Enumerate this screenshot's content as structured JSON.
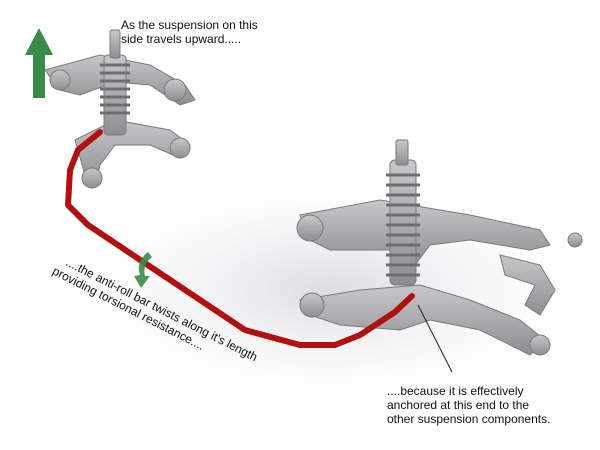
{
  "captions": {
    "top": [
      "As the suspension on this",
      "side travels upward....."
    ],
    "middle": [
      "....the anti-roll bar twists along it's length",
      "providing torsional resistance...."
    ],
    "bottom": [
      "....because it is effectively",
      "anchored at this end to the",
      "other suspension components."
    ]
  },
  "colors": {
    "bar": "#b01010",
    "arrow": "#3a8a4a",
    "metal": "#a9a9ab"
  }
}
